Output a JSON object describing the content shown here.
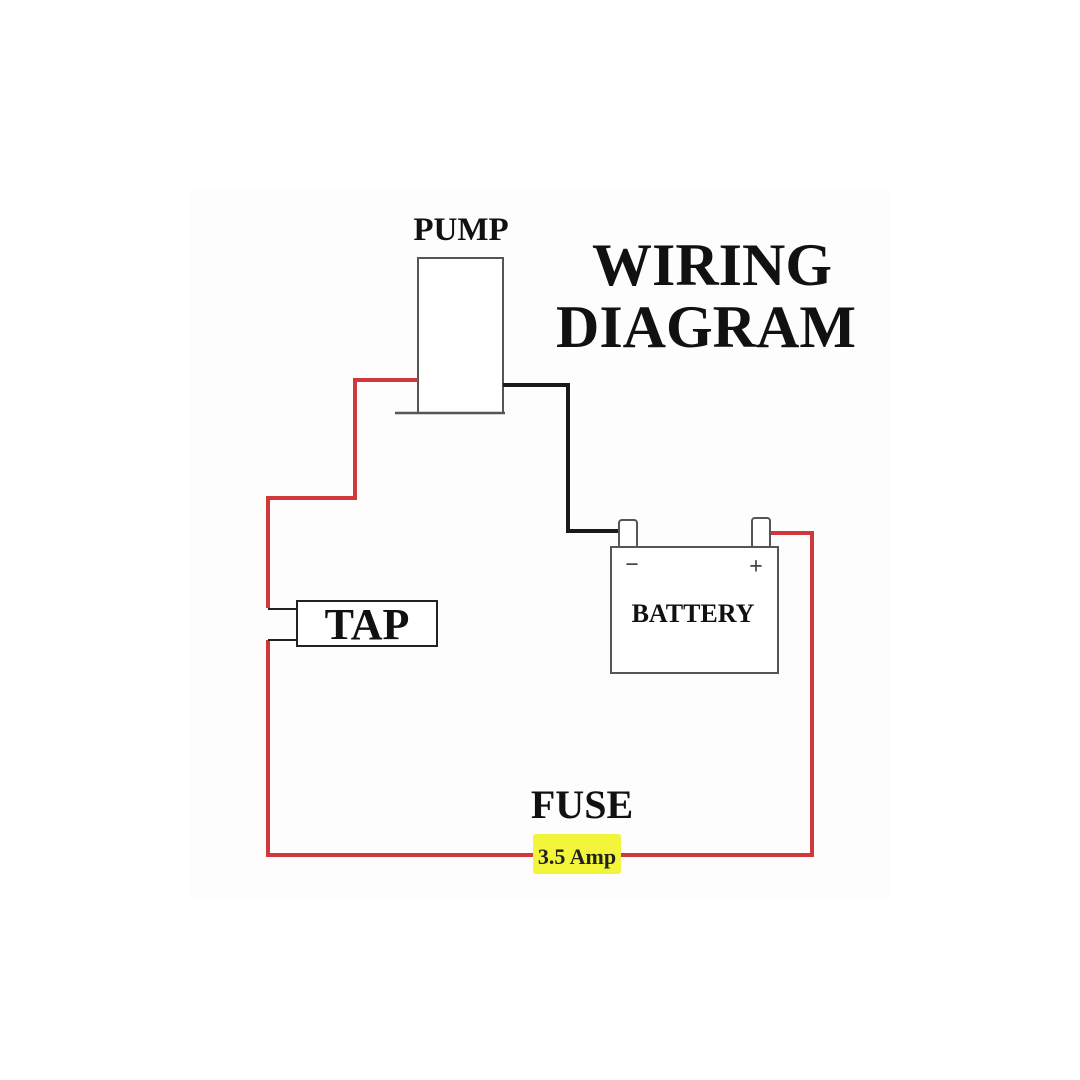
{
  "title": {
    "line1": "WIRING",
    "line2": "DIAGRAM"
  },
  "components": {
    "pump": "PUMP",
    "tap": "TAP",
    "battery": "BATTERY",
    "battery_negative": "−",
    "battery_positive": "+",
    "fuse": "FUSE",
    "fuse_rating": "3.5 Amp"
  },
  "colors": {
    "positive_wire": "#d0383c",
    "negative_wire": "#1a1a1a",
    "outline": "#555555",
    "highlight": "#f2f53a"
  }
}
